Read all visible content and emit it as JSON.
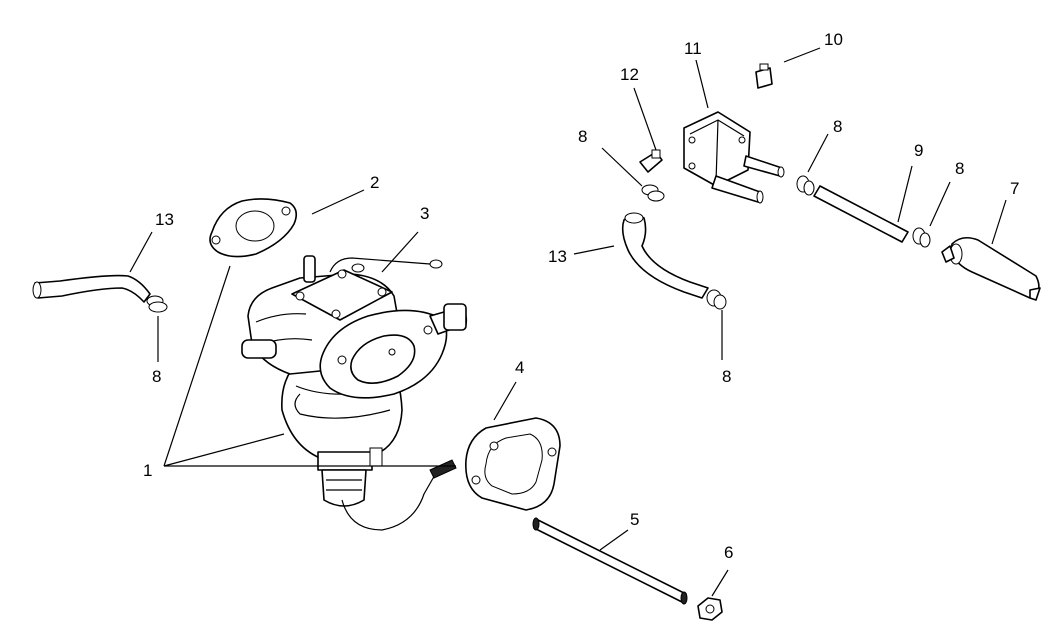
{
  "labels": {
    "l1": "1",
    "l2": "2",
    "l3": "3",
    "l4": "4",
    "l5": "5",
    "l6": "6",
    "l7": "7",
    "l8a": "8",
    "l8b": "8",
    "l8c": "8",
    "l8d": "8",
    "l8e": "8",
    "l9": "9",
    "l10": "10",
    "l11": "11",
    "l12": "12",
    "l13a": "13",
    "l13b": "13"
  }
}
